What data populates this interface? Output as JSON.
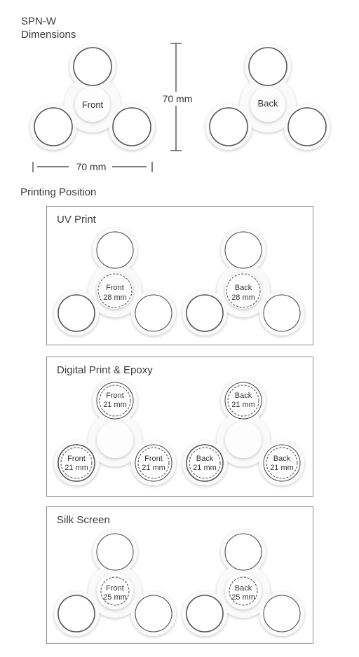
{
  "header": {
    "model": "SPN-W",
    "subtitle": "Dimensions"
  },
  "dimensions": {
    "height_label": "70 mm",
    "width_label": "70 mm",
    "front_label": "Front",
    "back_label": "Back"
  },
  "section_title": "Printing Position",
  "panels": [
    {
      "title": "UV Print",
      "front": {
        "label": "Front",
        "size": "28 mm"
      },
      "back": {
        "label": "Back",
        "size": "28 mm"
      }
    },
    {
      "title": "Digital Print & Epoxy",
      "front": {
        "label": "Front",
        "size": "21 mm"
      },
      "back": {
        "label": "Back",
        "size": "21 mm"
      }
    },
    {
      "title": "Silk Screen",
      "front": {
        "label": "Front",
        "size": "25 mm"
      },
      "back": {
        "label": "Back",
        "size": "25 mm"
      }
    }
  ]
}
